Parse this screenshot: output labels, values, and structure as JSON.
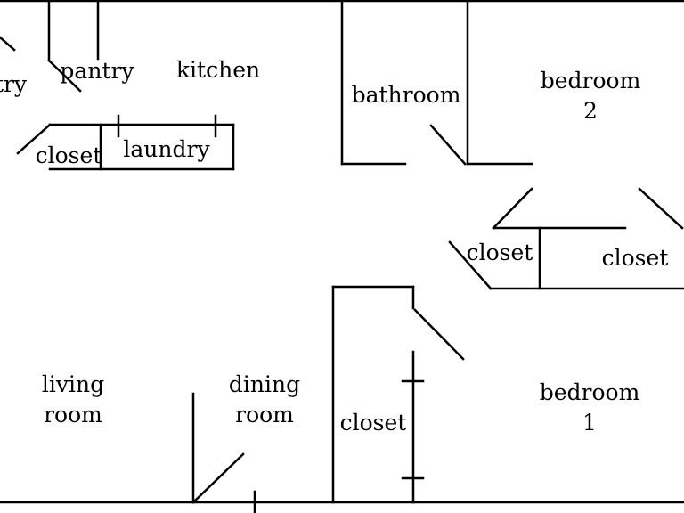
{
  "rooms": {
    "pantry_left": "try",
    "pantry": "pantry",
    "kitchen": "kitchen",
    "bathroom": "bathroom",
    "bedroom2_line1": "bedroom",
    "bedroom2_line2": "2",
    "closet_hall": "closet",
    "laundry": "laundry",
    "closet_bed2_left": "closet",
    "closet_bed2_right": "closet",
    "living_line1": "living",
    "living_line2": "room",
    "dining_line1": "dining",
    "dining_line2": "room",
    "closet_bed1": "closet",
    "bedroom1_line1": "bedroom",
    "bedroom1_line2": "1"
  }
}
